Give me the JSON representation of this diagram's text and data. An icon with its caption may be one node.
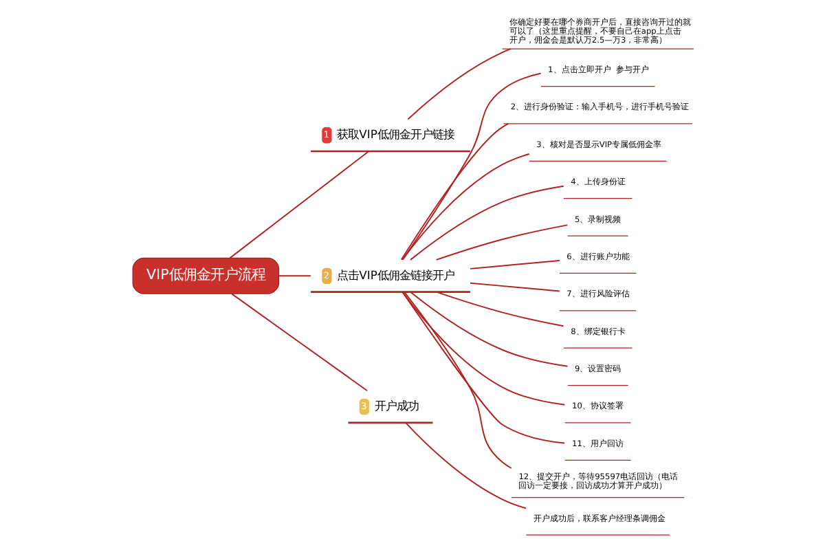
{
  "diagram": {
    "nodes": [
      {
        "text": [
          "VIP低佣金开户流程"
        ]
      },
      {
        "text": [
          "1",
          "获取VIP低佣金开户链接"
        ]
      },
      {
        "text": [
          "你确定好要在哪个券商开户后，直接咨询开过的就可以了（这里重点提醒，不要自己在app上点击开户，佣金会是默认万2.5—万3，非常高）"
        ]
      },
      {
        "text": [
          "2",
          "点击VIP低佣金链接开户"
        ]
      },
      {
        "text": [
          "1、点击立即开户  参与开户"
        ]
      },
      {
        "text": [
          "2、进行身份验证：输入手机号，进行手机号验证"
        ]
      },
      {
        "text": [
          "3、核对是否显示VIP专属低佣金率"
        ]
      },
      {
        "text": [
          "4、上传身份证"
        ]
      },
      {
        "text": [
          "5、录制视频"
        ]
      },
      {
        "text": [
          "6、进行账户功能"
        ]
      },
      {
        "text": [
          "7、进行风险评估"
        ]
      },
      {
        "text": [
          "8、绑定银行卡"
        ]
      },
      {
        "text": [
          "9、设置密码"
        ]
      },
      {
        "text": [
          "10、协议签署"
        ]
      },
      {
        "text": [
          "11、用户回访"
        ]
      },
      {
        "text": [
          "12、提交开户，等待95597电话回访（电话回访一定要接，回访成功才算开户成功）"
        ]
      },
      {
        "text": [
          "3",
          "开户成功"
        ]
      },
      {
        "text": [
          "开户成功后，联系客户经理条调佣金"
        ]
      }
    ],
    "edges": [
      {
        "from": 0,
        "to": 1,
        "arrow": "none"
      },
      {
        "from": 1,
        "to": 2,
        "arrow": "none"
      },
      {
        "from": 0,
        "to": 3,
        "arrow": "none"
      },
      {
        "from": 3,
        "to": 4,
        "arrow": "none"
      },
      {
        "from": 3,
        "to": 5,
        "arrow": "none"
      },
      {
        "from": 3,
        "to": 6,
        "arrow": "none"
      },
      {
        "from": 3,
        "to": 7,
        "arrow": "none"
      },
      {
        "from": 3,
        "to": 8,
        "arrow": "none"
      },
      {
        "from": 3,
        "to": 9,
        "arrow": "none"
      },
      {
        "from": 3,
        "to": 10,
        "arrow": "none"
      },
      {
        "from": 3,
        "to": 11,
        "arrow": "none"
      },
      {
        "from": 3,
        "to": 12,
        "arrow": "none"
      },
      {
        "from": 3,
        "to": 13,
        "arrow": "none"
      },
      {
        "from": 3,
        "to": 14,
        "arrow": "none"
      },
      {
        "from": 3,
        "to": 15,
        "arrow": "none"
      },
      {
        "from": 0,
        "to": 16,
        "arrow": "none"
      },
      {
        "from": 16,
        "to": 17,
        "arrow": "none"
      }
    ]
  }
}
